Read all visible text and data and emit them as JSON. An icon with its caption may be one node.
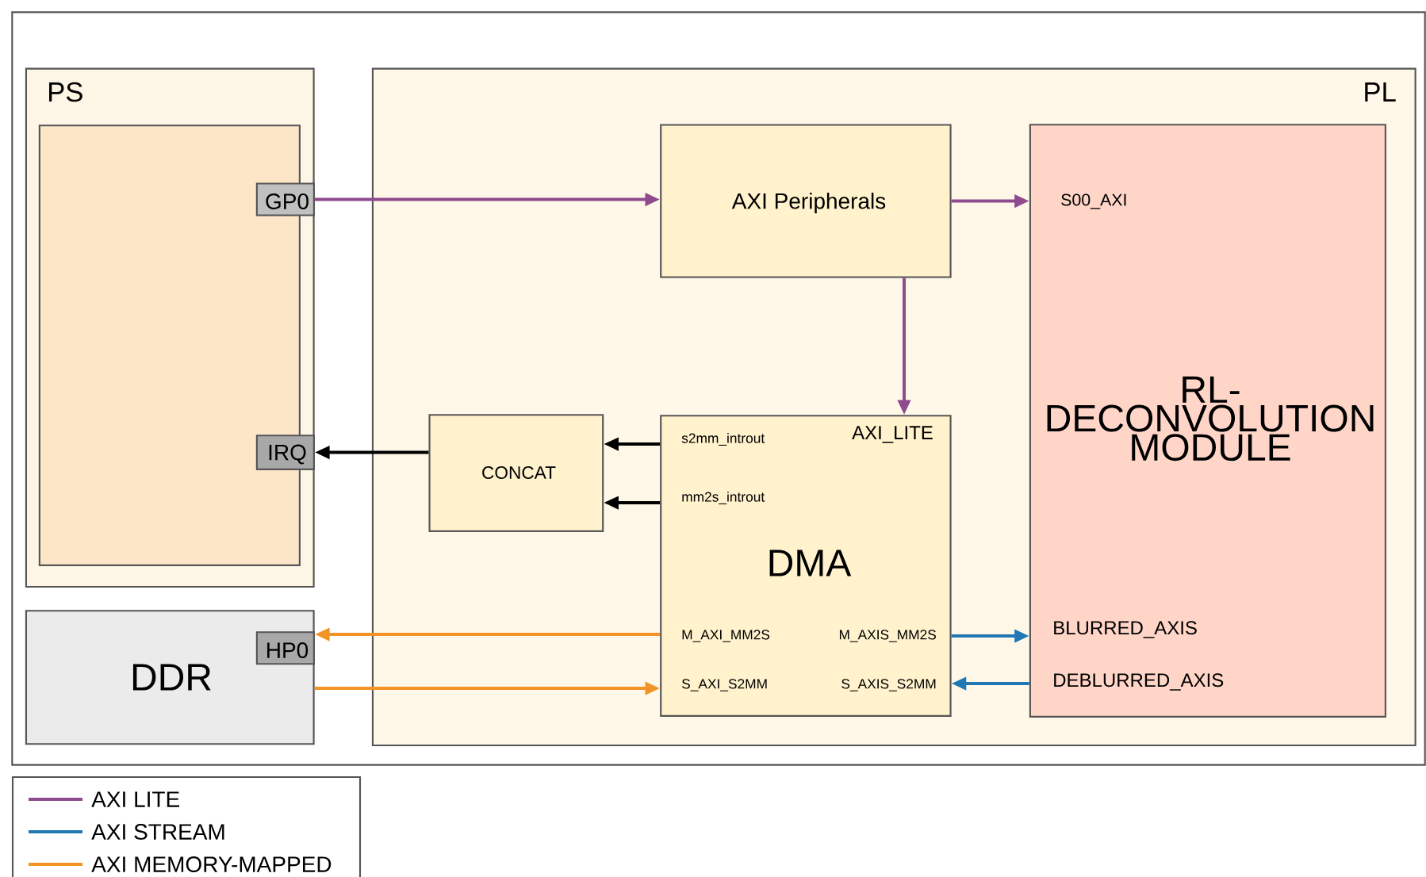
{
  "diagram": {
    "nodes": [
      {
        "text": [],
        "shape": "box"
      },
      {
        "text": [
          "PS"
        ],
        "in": 0
      },
      {
        "text": [],
        "shape": "box",
        "in": 1
      },
      {
        "text": [
          "GP0"
        ],
        "in": 1
      },
      {
        "text": [
          "IRQ"
        ],
        "in": 1
      },
      {
        "text": [
          "DDR"
        ],
        "in": 0
      },
      {
        "text": [
          "HP0"
        ],
        "in": 5
      },
      {
        "text": [
          "PL"
        ],
        "in": 0
      },
      {
        "text": [
          "AXI Peripherals"
        ],
        "in": 7
      },
      {
        "text": [
          "S00_AXI",
          "RL-DECONVOLUTION MODULE",
          "BLURRED_AXIS",
          "DEBLURRED_AXIS"
        ],
        "in": 7
      },
      {
        "text": [
          "CONCAT"
        ],
        "in": 7
      },
      {
        "text": [
          "s2mm_introut",
          "AXI_LITE",
          "mm2s_introut",
          "DMA",
          "M_AXI_MM2S",
          "M_AXIS_MM2S",
          "S_AXI_S2MM",
          "S_AXIS_S2MM"
        ],
        "in": 7
      }
    ],
    "edges": [
      {
        "from": 3,
        "to": 8,
        "arrow": "to",
        "color": "#8e4b8e"
      },
      {
        "from": 8,
        "to": 9,
        "arrow": "to",
        "color": "#8e4b8e"
      },
      {
        "from": 8,
        "to": 11,
        "arrow": "to",
        "color": "#8e4b8e"
      },
      {
        "from": 11,
        "to": 10,
        "arrow": "to",
        "color": "#000000"
      },
      {
        "from": 11,
        "to": 10,
        "arrow": "to",
        "color": "#000000"
      },
      {
        "from": 10,
        "to": 4,
        "arrow": "to",
        "color": "#000000"
      },
      {
        "from": 11,
        "to": 6,
        "arrow": "to",
        "color": "#f39325"
      },
      {
        "from": 5,
        "to": 11,
        "arrow": "to",
        "color": "#f39325"
      },
      {
        "from": 11,
        "to": 9,
        "arrow": "to",
        "color": "#1f78b4"
      },
      {
        "from": 9,
        "to": 11,
        "arrow": "to",
        "color": "#1f78b4"
      }
    ],
    "legend": [
      {
        "text": "AXI LITE"
      },
      {
        "text": "AXI STREAM"
      },
      {
        "text": "AXI MEMORY-MAPPED"
      }
    ]
  }
}
